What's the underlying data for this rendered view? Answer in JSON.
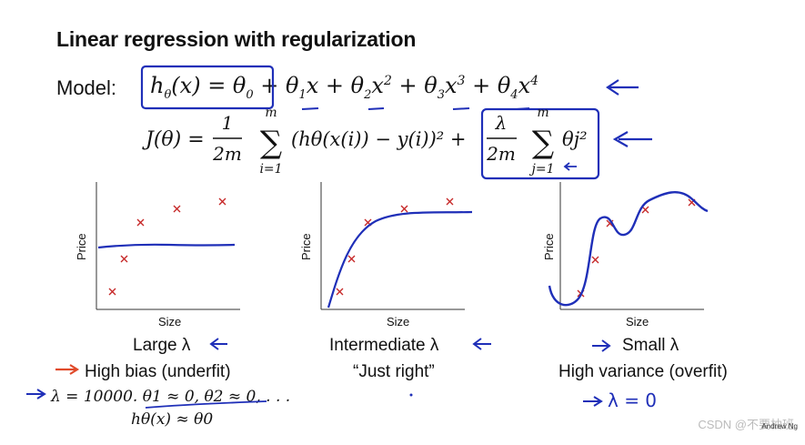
{
  "title": "Linear regression with regularization",
  "model": {
    "label": "Model:",
    "h_box": "hθ(x) = θ0",
    "rest": "+ θ1x + θ2x² + θ3x³ + θ4x⁴"
  },
  "cost": {
    "lhs": "J(θ) =",
    "frac_num": "1",
    "frac_den": "2m",
    "sum_top": "m",
    "sum_bot": "i=1",
    "term": "(hθ(x(i)) − y(i))² +",
    "reg_num": "λ",
    "reg_den": "2m",
    "reg_sum_top": "m",
    "reg_sum_bot": "j=1",
    "reg_term": "θj²"
  },
  "plots": [
    {
      "ylabel": "Price",
      "xlabel": "Size",
      "caption": "Large λ",
      "sub1": "High bias (underfit)"
    },
    {
      "ylabel": "Price",
      "xlabel": "Size",
      "caption": "Intermediate λ",
      "sub1": "“Just right”"
    },
    {
      "ylabel": "Price",
      "xlabel": "Size",
      "caption": "Small λ",
      "sub1": "High variance (overfit)"
    }
  ],
  "left_notes": {
    "line1": "λ = 10000.  θ1 ≈ 0, θ2 ≈ 0, . . .",
    "line2": "hθ(x) ≈ θ0"
  },
  "handwritten": {
    "lambda_zero": "λ = 0"
  },
  "watermark": "CSDN @不要柚班",
  "watermark_small": "Andrew Ng",
  "colors": {
    "ink": "#111111",
    "pen": "#1f2fb8",
    "cross": "#c62828"
  }
}
